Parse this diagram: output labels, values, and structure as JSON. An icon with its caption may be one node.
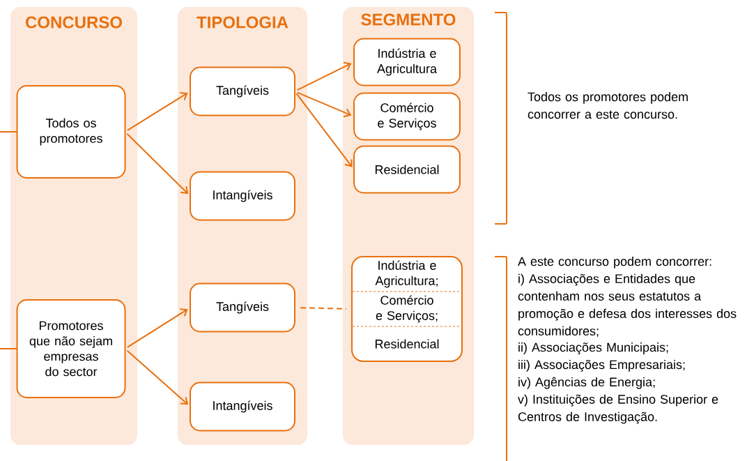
{
  "diagram": {
    "nodes": [
      {
        "text": [
          "CONCURSO"
        ]
      },
      {
        "text": [
          "TIPOLOGIA"
        ]
      },
      {
        "text": [
          "SEGMENTO"
        ]
      },
      {
        "text": [
          "Todos os promotores"
        ],
        "in": 0
      },
      {
        "text": [
          "Promotores que não sejam empresas do sector"
        ],
        "in": 0
      },
      {
        "text": [
          "Tangíveis"
        ],
        "in": 1
      },
      {
        "text": [
          "Intangíveis"
        ],
        "in": 1
      },
      {
        "text": [
          "Tangíveis"
        ],
        "in": 1
      },
      {
        "text": [
          "Intangíveis"
        ],
        "in": 1
      },
      {
        "text": [
          "Indústria e Agricultura"
        ],
        "in": 2
      },
      {
        "text": [
          "Comércio e Serviços"
        ],
        "in": 2
      },
      {
        "text": [
          "Residencial"
        ],
        "in": 2
      },
      {
        "text": [
          "Indústria e Agricultura;",
          "Comércio e Serviços;",
          "Residencial"
        ],
        "in": 2
      }
    ],
    "edges": [
      {
        "from": null,
        "to": 3,
        "arrow": "none"
      },
      {
        "from": null,
        "to": 4,
        "arrow": "none"
      },
      {
        "from": 3,
        "to": 5,
        "arrow": "to"
      },
      {
        "from": 3,
        "to": 6,
        "arrow": "to"
      },
      {
        "from": 5,
        "to": 9,
        "arrow": "to"
      },
      {
        "from": 5,
        "to": 10,
        "arrow": "to"
      },
      {
        "from": 5,
        "to": 11,
        "arrow": "to"
      },
      {
        "from": 4,
        "to": 7,
        "arrow": "to"
      },
      {
        "from": 4,
        "to": 8,
        "arrow": "to"
      },
      {
        "from": 7,
        "to": 12,
        "arrow": "none",
        "style": "dashed"
      }
    ],
    "labels": [
      "Todos os promotores podem concorrer a este concurso.",
      "A este concurso podem concorrer:",
      "i) Associações e Entidades que contenham nos seus estatutos a promoção e defesa dos interesses dos consumidores;",
      "ii) Associações Municipais;",
      "iii) Associações Empresariais;",
      "iv) Agências de Energia;",
      "v) Instituições de Ensino Superior e Centros de Investigação."
    ]
  }
}
